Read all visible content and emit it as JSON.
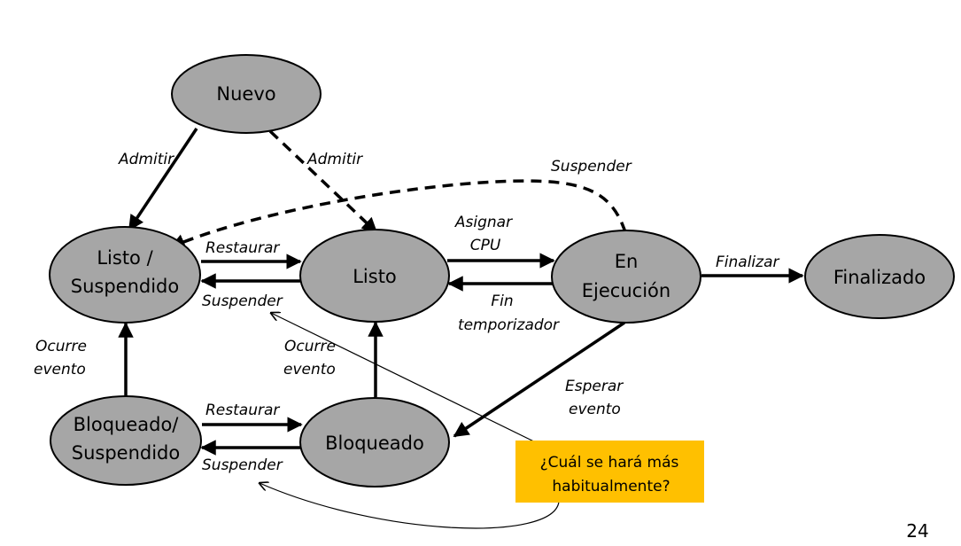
{
  "states": {
    "nuevo": "Nuevo",
    "listo_suspendido": [
      "Listo /",
      "Suspendido"
    ],
    "listo": "Listo",
    "en_ejecucion": [
      "En",
      "Ejecución"
    ],
    "finalizado": "Finalizado",
    "bloqueado_suspendido": [
      "Bloqueado/",
      "Suspendido"
    ],
    "bloqueado": "Bloqueado"
  },
  "transitions": {
    "admitir_left": "Admitir",
    "admitir_right": "Admitir",
    "suspender_top": "Suspender",
    "restaurar_top": "Restaurar",
    "suspender_mid": "Suspender",
    "asignar_cpu": [
      "Asignar",
      "CPU"
    ],
    "fin_temporizador": [
      "Fin",
      "temporizador"
    ],
    "finalizar": "Finalizar",
    "ocurre_evento_left": [
      "Ocurre",
      "evento"
    ],
    "ocurre_evento_mid": [
      "Ocurre",
      "evento"
    ],
    "esperar_evento": [
      "Esperar",
      "evento"
    ],
    "restaurar_bottom": "Restaurar",
    "suspender_bottom": "Suspender"
  },
  "callout": {
    "lines": [
      "¿Cuál se hará más",
      "habitualmente?"
    ],
    "background_color": "#ffc000"
  },
  "colors": {
    "state_fill": "#a6a6a6",
    "stroke": "#000000"
  },
  "page_number": "24"
}
